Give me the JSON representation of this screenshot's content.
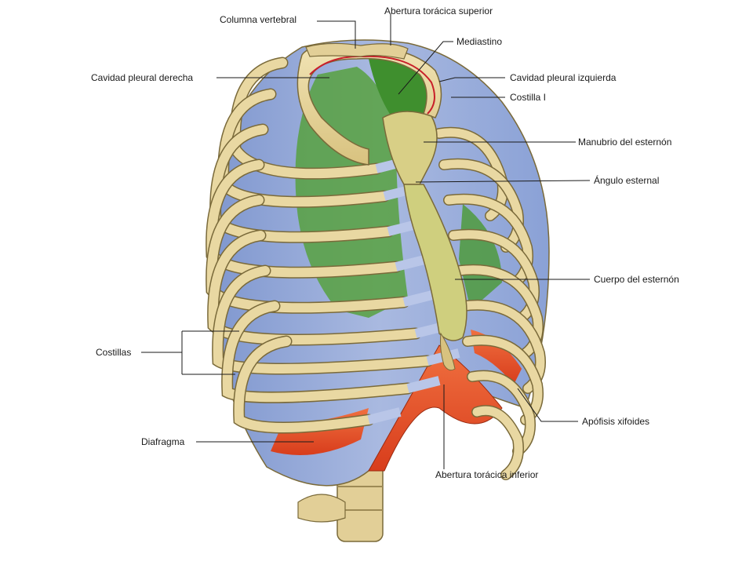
{
  "diagram": {
    "labels": {
      "columna_vertebral": "Columna vertebral",
      "abertura_superior": "Abertura torácica superior",
      "mediastino": "Mediastino",
      "cavidad_pleural_derecha": "Cavidad pleural derecha",
      "cavidad_pleural_izquierda": "Cavidad pleural izquierda",
      "costilla_i": "Costilla I",
      "manubrio": "Manubrio del esternón",
      "angulo_esternal": "Ángulo esternal",
      "cuerpo_esternon": "Cuerpo del esternón",
      "costillas": "Costillas",
      "apofisis_xifoides": "Apófisis xifoides",
      "diafragma": "Diafragma",
      "abertura_inferior": "Abertura torácica inferior"
    },
    "colors": {
      "bone": "#e6d49c",
      "bone_outline": "#7a6a3a",
      "pleura": "#8fa6d6",
      "cartilage": "#b9c6e8",
      "lung_green": "#4e9a3c",
      "mediastinum_green": "#3f8f2e",
      "diaphragm_red": "#e4532a",
      "leader_line": "#1a1a1a"
    }
  }
}
